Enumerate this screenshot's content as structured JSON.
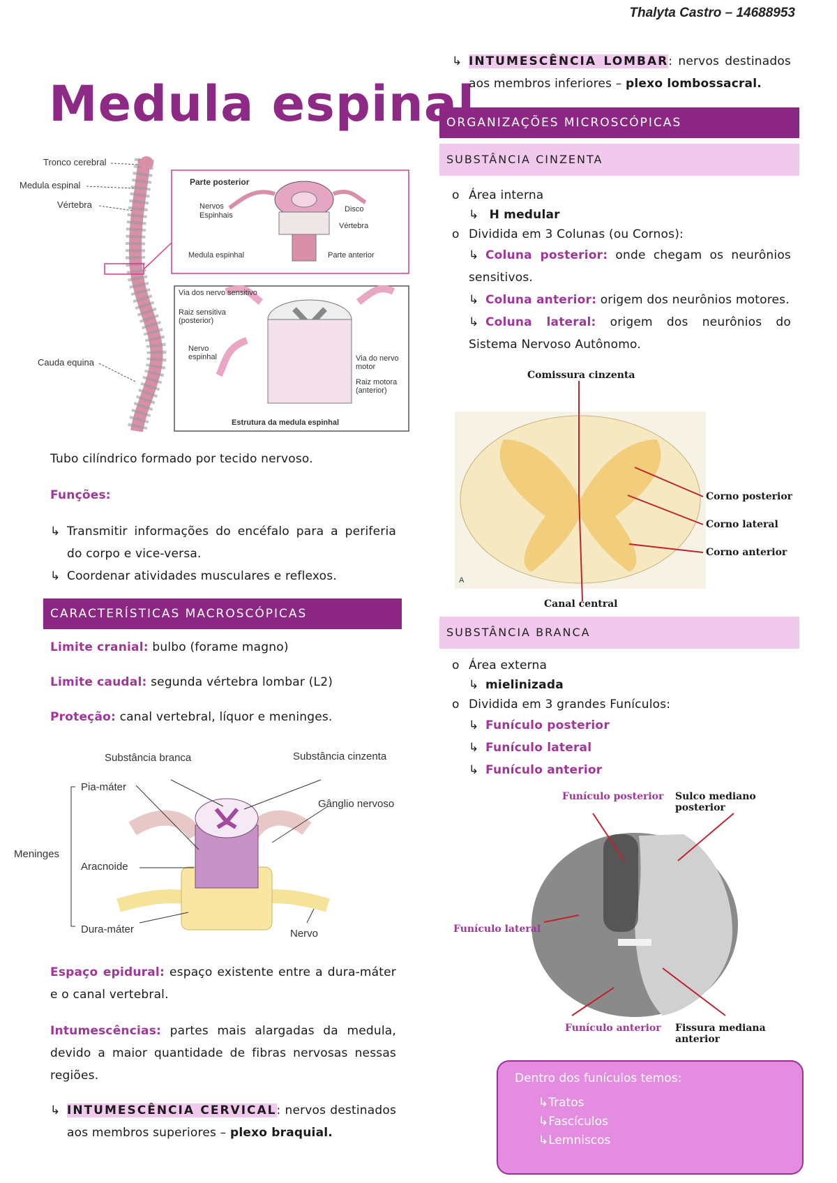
{
  "author": "Thalyta Castro – 14688953",
  "title": "Medula espinal",
  "fig1": {
    "left_labels": [
      "Tronco cerebral",
      "Medula espinal",
      "Vértebra",
      "Cauda equina"
    ],
    "top_box": {
      "title": "Parte posterior",
      "labels": [
        "Nervos Espinhais",
        "Disco",
        "Vértebra",
        "Medula espinhal",
        "Parte anterior"
      ]
    },
    "bottom_box": {
      "labels": [
        "Via dos nervo sensitivo",
        "Raiz sensitiva (posterior)",
        "Nervo espinhal",
        "Via do nervo motor",
        "Raiz motora (anterior)"
      ],
      "caption": "Estrutura da medula espinhal"
    }
  },
  "intro": "Tubo cilíndrico formado por tecido nervoso.",
  "funcoes": {
    "label": "Funções:",
    "items": [
      "Transmitir informações do encéfalo para a periferia do corpo e vice-versa.",
      "Coordenar atividades musculares e reflexos."
    ]
  },
  "macro": {
    "header": "CARACTERÍSTICAS MACROSCÓPICAS",
    "limite_cranial": {
      "label": "Limite cranial:",
      "text": " bulbo (forame magno)"
    },
    "limite_caudal": {
      "label": "Limite caudal:",
      "text": " segunda vértebra lombar (L2)"
    },
    "protecao": {
      "label": "Proteção:",
      "text": " canal vertebral, líquor e meninges."
    }
  },
  "fig2": {
    "labels": [
      "Substância branca",
      "Substância cinzenta",
      "Pia-máter",
      "Gânglio nervoso",
      "Meninges",
      "Aracnoide",
      "Dura-máter",
      "Nervo"
    ]
  },
  "espaco_epidural": {
    "label": "Espaço epidural:",
    "text": " espaço existente entre a dura-máter e o canal vertebral."
  },
  "intumescencias": {
    "label": "Intumescências:",
    "text": " partes mais alargadas da medula, devido a maior quantidade de fibras nervosas nessas regiões."
  },
  "cervical": {
    "label": "INTUMESCÊNCIA CERVICAL",
    "text": ": nervos destinados aos membros superiores – ",
    "bold": "plexo braquial."
  },
  "lombar": {
    "label": "INTUMESCÊNCIA LOMBAR",
    "text": ": nervos destinados aos membros inferiores – ",
    "bold": "plexo lombossacral."
  },
  "micro": {
    "header": "ORGANIZAÇÕES MICROSCÓPICAS",
    "cinzenta": {
      "header": "SUBSTÂNCIA CINZENTA",
      "area": "Área interna",
      "h": "H medular",
      "dividida": "Dividida em 3 Colunas (ou Cornos):",
      "posterior": {
        "label": "Coluna posterior:",
        "text": " onde chegam os neurônios sensitivos."
      },
      "anterior": {
        "label": "Coluna anterior:",
        "text": " origem dos neurônios motores."
      },
      "lateral": {
        "label": "Coluna lateral:",
        "text": " origem dos neurônios do Sistema Nervoso Autônomo."
      }
    },
    "fig3": {
      "labels": [
        "Comissura cinzenta",
        "Corno posterior",
        "Corno lateral",
        "Corno anterior",
        "Canal central",
        "A"
      ]
    },
    "branca": {
      "header": "SUBSTÂNCIA BRANCA",
      "area": "Área externa",
      "mielinizada": "mielinizada",
      "dividida": "Dividida em 3 grandes Funículos:",
      "items": [
        "Funículo posterior",
        "Funículo lateral",
        "Funículo anterior"
      ]
    },
    "fig4": {
      "labels": [
        "Funículo posterior",
        "Sulco mediano posterior",
        "Funículo lateral",
        "Funículo anterior",
        "Fissura mediana anterior"
      ]
    }
  },
  "callout": {
    "title": "Dentro dos funículos temos:",
    "items": [
      "Tratos",
      "Fascículos",
      "Lemniscos"
    ]
  },
  "colors": {
    "accent": "#8c2884",
    "light": "#f1c9ec",
    "callout": "#e48de0"
  }
}
